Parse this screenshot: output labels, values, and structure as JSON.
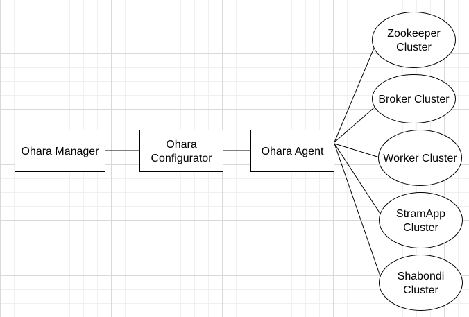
{
  "diagram": {
    "boxes": {
      "manager": {
        "label": "Ohara Manager"
      },
      "configurator": {
        "lines": [
          "Ohara",
          "Configurator"
        ]
      },
      "agent": {
        "label": "Ohara Agent"
      }
    },
    "clusters": {
      "zookeeper": {
        "lines": [
          "Zookeeper",
          "Cluster"
        ]
      },
      "broker": {
        "label": "Broker Cluster"
      },
      "worker": {
        "label": "Worker Cluster"
      },
      "streamapp": {
        "lines": [
          "StramApp",
          "Cluster"
        ]
      },
      "shabondi": {
        "lines": [
          "Shabondi",
          "Cluster"
        ]
      }
    }
  }
}
